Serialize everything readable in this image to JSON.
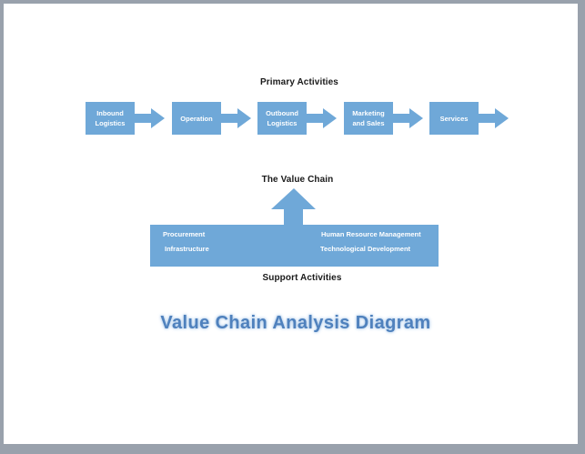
{
  "colors": {
    "frame_gray": "#99a1ac",
    "page_white": "#ffffff",
    "shape_blue": "#6fa8d8",
    "box_text": "#ffffff",
    "heading_text": "#1a1a1a",
    "title_blue": "#4f81bd",
    "title_glow": "#aecbea"
  },
  "icons": {
    "flow_arrow": "right-block-arrow",
    "value_chain_arrow": "up-block-arrow"
  },
  "diagram": {
    "primary_activities_label": "Primary Activities",
    "primary_boxes": [
      {
        "label": "Inbound Logistics"
      },
      {
        "label": "Operation"
      },
      {
        "label": "Outbound Logistics"
      },
      {
        "label": "Marketing and Sales"
      },
      {
        "label": "Services"
      }
    ],
    "value_chain_label": "The Value Chain",
    "support_box": {
      "left_items": [
        "Procurement",
        "Infrastructure"
      ],
      "right_items": [
        "Human Resource Management",
        "Technological Development"
      ]
    },
    "support_activities_label": "Support Activities",
    "title": "Value Chain Analysis Diagram"
  }
}
